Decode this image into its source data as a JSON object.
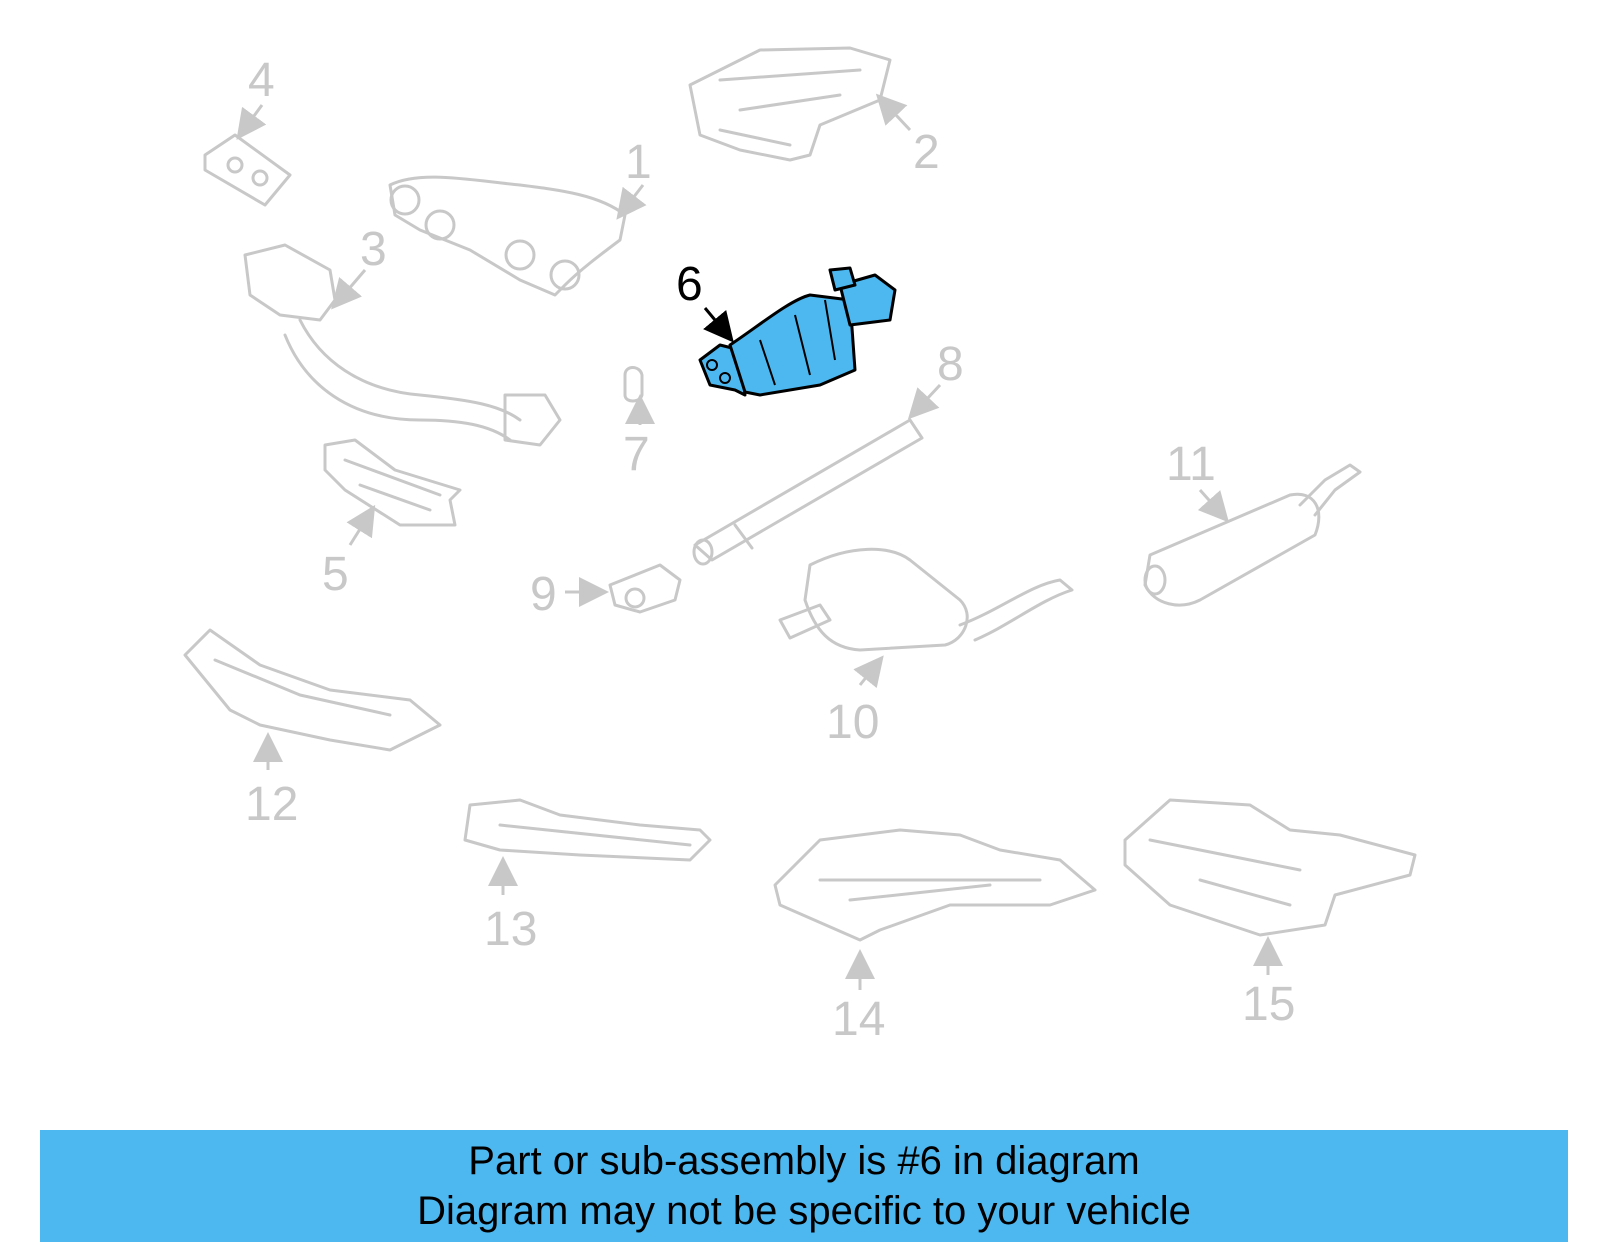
{
  "diagram": {
    "highlighted_part": "6",
    "callouts": [
      "1",
      "2",
      "3",
      "4",
      "5",
      "6",
      "7",
      "8",
      "9",
      "10",
      "11",
      "12",
      "13",
      "14",
      "15"
    ]
  },
  "banner": {
    "line1": "Part or sub-assembly is #6 in diagram",
    "line2": "Diagram may not be specific to your vehicle"
  },
  "colors": {
    "highlight": "#4db8f0",
    "parts_outline": "#c8c8c8",
    "banner_bg": "#4db8f0"
  }
}
